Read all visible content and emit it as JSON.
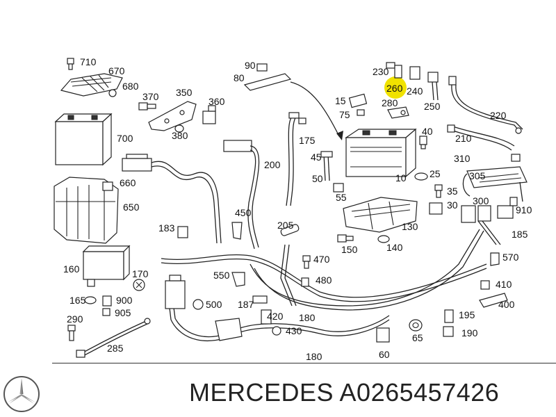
{
  "footer": {
    "brand": "MERCEDES",
    "part_number": "A0265457426"
  },
  "highlight_color": "#f0e200",
  "callouts": [
    {
      "id": "c710",
      "text": "710"
    },
    {
      "id": "c670",
      "text": "670"
    },
    {
      "id": "c680",
      "text": "680"
    },
    {
      "id": "c370",
      "text": "370"
    },
    {
      "id": "c350",
      "text": "350"
    },
    {
      "id": "c360",
      "text": "360"
    },
    {
      "id": "c380",
      "text": "380"
    },
    {
      "id": "c700",
      "text": "700"
    },
    {
      "id": "c90",
      "text": "90"
    },
    {
      "id": "c80",
      "text": "80"
    },
    {
      "id": "c230",
      "text": "230"
    },
    {
      "id": "c260",
      "text": "260",
      "highlight": true
    },
    {
      "id": "c240",
      "text": "240"
    },
    {
      "id": "c250",
      "text": "250"
    },
    {
      "id": "c220",
      "text": "220"
    },
    {
      "id": "c15",
      "text": "15"
    },
    {
      "id": "c280",
      "text": "280"
    },
    {
      "id": "c75",
      "text": "75"
    },
    {
      "id": "c40",
      "text": "40"
    },
    {
      "id": "c210",
      "text": "210"
    },
    {
      "id": "c175",
      "text": "175"
    },
    {
      "id": "c200",
      "text": "200"
    },
    {
      "id": "c45",
      "text": "45"
    },
    {
      "id": "c50",
      "text": "50"
    },
    {
      "id": "c10",
      "text": "10"
    },
    {
      "id": "c25",
      "text": "25"
    },
    {
      "id": "c310",
      "text": "310"
    },
    {
      "id": "c305",
      "text": "305"
    },
    {
      "id": "c660",
      "text": "660"
    },
    {
      "id": "c650",
      "text": "650"
    },
    {
      "id": "c35",
      "text": "35"
    },
    {
      "id": "c55",
      "text": "55"
    },
    {
      "id": "c30",
      "text": "30"
    },
    {
      "id": "c300",
      "text": "300"
    },
    {
      "id": "c910",
      "text": "910"
    },
    {
      "id": "c450",
      "text": "450"
    },
    {
      "id": "c183",
      "text": "183"
    },
    {
      "id": "c205",
      "text": "205"
    },
    {
      "id": "c130",
      "text": "130"
    },
    {
      "id": "c185",
      "text": "185"
    },
    {
      "id": "c150",
      "text": "150"
    },
    {
      "id": "c140",
      "text": "140"
    },
    {
      "id": "c160",
      "text": "160"
    },
    {
      "id": "c170",
      "text": "170"
    },
    {
      "id": "c470",
      "text": "470"
    },
    {
      "id": "c570",
      "text": "570"
    },
    {
      "id": "c550",
      "text": "550"
    },
    {
      "id": "c480",
      "text": "480"
    },
    {
      "id": "c410",
      "text": "410"
    },
    {
      "id": "c165",
      "text": "165"
    },
    {
      "id": "c900",
      "text": "900"
    },
    {
      "id": "c905",
      "text": "905"
    },
    {
      "id": "c500",
      "text": "500"
    },
    {
      "id": "c187",
      "text": "187"
    },
    {
      "id": "c400",
      "text": "400"
    },
    {
      "id": "c290",
      "text": "290"
    },
    {
      "id": "c420",
      "text": "420"
    },
    {
      "id": "c180a",
      "text": "180"
    },
    {
      "id": "c195",
      "text": "195"
    },
    {
      "id": "c430",
      "text": "430"
    },
    {
      "id": "c190",
      "text": "190"
    },
    {
      "id": "c65",
      "text": "65"
    },
    {
      "id": "c285",
      "text": "285"
    },
    {
      "id": "c60",
      "text": "60"
    },
    {
      "id": "c180b",
      "text": "180"
    }
  ]
}
